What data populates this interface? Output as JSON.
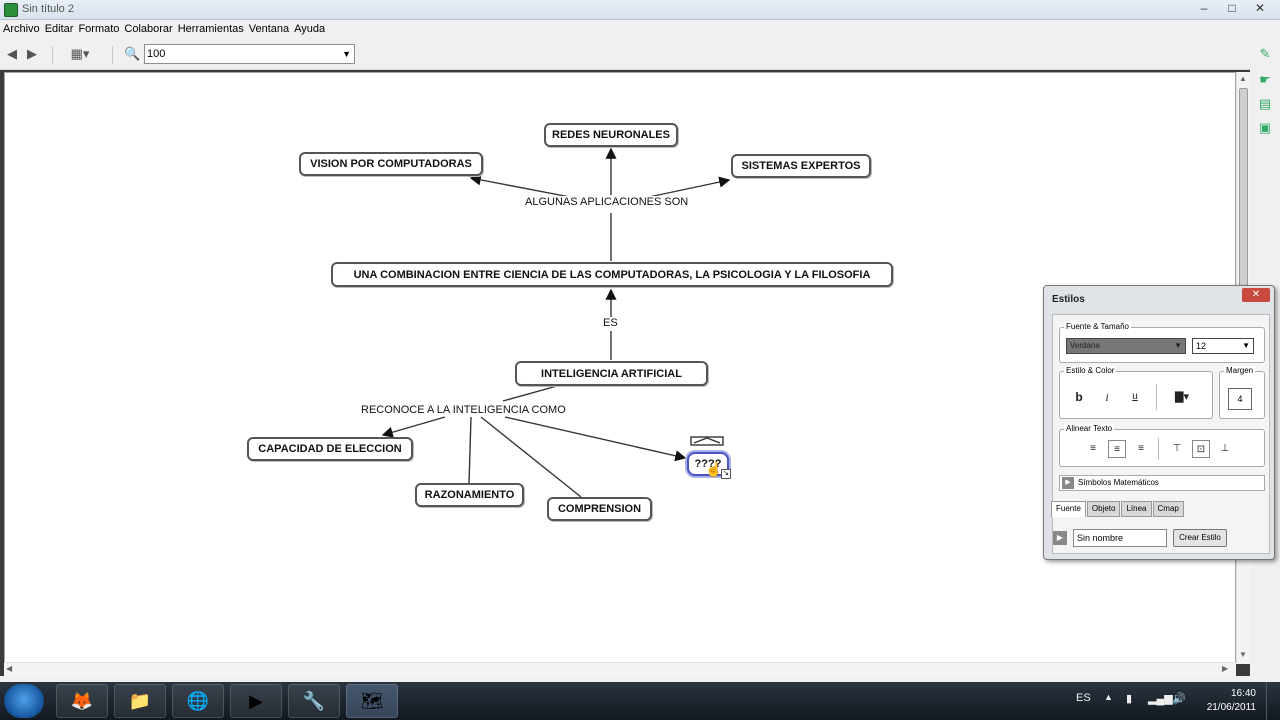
{
  "window": {
    "title": "Sin título 2"
  },
  "menu": [
    "Archivo",
    "Editar",
    "Formato",
    "Colaborar",
    "Herramientas",
    "Ventana",
    "Ayuda"
  ],
  "toolbar": {
    "zoom_value": "100"
  },
  "map": {
    "concepts": {
      "redes": "REDES NEURONALES",
      "vision": "VISION POR COMPUTADORAS",
      "sistemas": "SISTEMAS EXPERTOS",
      "combinacion": "UNA COMBINACION ENTRE CIENCIA DE LAS COMPUTADORAS, LA PSICOLOGIA Y LA FILOSOFIA",
      "ia": "INTELIGENCIA ARTIFICIAL",
      "capacidad": "CAPACIDAD DE ELECCION",
      "razonamiento": "RAZONAMIENTO",
      "comprension": "COMPRENSION",
      "nuevo": "????"
    },
    "links": {
      "aplicaciones": "ALGUNAS APLICACIONES SON",
      "es": "ES",
      "reconoce": "RECONOCE A LA INTELIGENCIA COMO"
    }
  },
  "styles_panel": {
    "title": "Estilos",
    "font_group": "Fuente & Tamaño",
    "font_value": "Verdana",
    "size_value": "12",
    "style_group": "Estilo & Color",
    "bold": "b",
    "italic": "i",
    "underline": "u",
    "margin_group": "Margen",
    "margin_value": "4",
    "align_group": "Alinear Texto",
    "math_symbols": "Símbolos Matemáticos",
    "tabs": [
      "Fuente",
      "Objeto",
      "Línea",
      "Cmap"
    ],
    "style_name": "Sin nombre",
    "create_style": "Crear Estilo"
  },
  "taskbar": {
    "language": "ES",
    "time": "16:40",
    "date": "21/06/2011"
  }
}
